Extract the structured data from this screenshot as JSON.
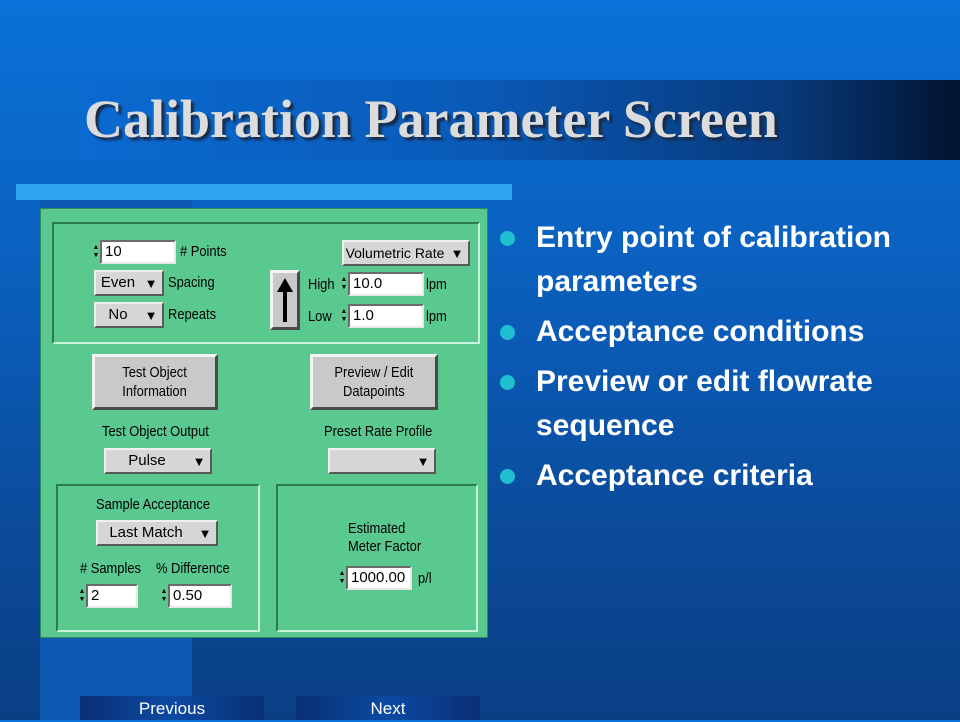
{
  "slide": {
    "title": "Calibration Parameter Screen",
    "bullets": [
      "Entry point of calibration parameters",
      "Acceptance conditions",
      "Preview or edit flowrate sequence",
      "Acceptance criteria"
    ]
  },
  "calibration_panel": {
    "points": {
      "value": "10",
      "label": "# Points"
    },
    "spacing": {
      "value": "Even",
      "label": "Spacing"
    },
    "repeats": {
      "value": "No",
      "label": "Repeats"
    },
    "rate_type": {
      "value": "Volumetric Rate"
    },
    "high": {
      "label": "High",
      "value": "10.0",
      "unit": "lpm"
    },
    "low": {
      "label": "Low",
      "value": "1.0",
      "unit": "lpm"
    },
    "test_object_button": "Test Object\nInformation",
    "preview_button": "Preview / Edit\nDatapoints",
    "test_object_output": {
      "label": "Test Object Output",
      "value": "Pulse"
    },
    "preset_rate_profile": {
      "label": "Preset Rate Profile",
      "value": ""
    },
    "sample_acceptance": {
      "label": "Sample Acceptance",
      "value": "Last Match"
    },
    "samples": {
      "label": "# Samples",
      "value": "2"
    },
    "difference": {
      "label": "% Difference",
      "value": "0.50"
    },
    "meter_factor": {
      "label": "Estimated\nMeter Factor",
      "value": "1000.00",
      "unit": "p/l"
    }
  },
  "navigation": {
    "previous": "Previous",
    "next": "Next"
  },
  "colors": {
    "panel": "#5ac98f",
    "bullet": "#1fbfd0",
    "accent_line": "#2fa4ee"
  }
}
